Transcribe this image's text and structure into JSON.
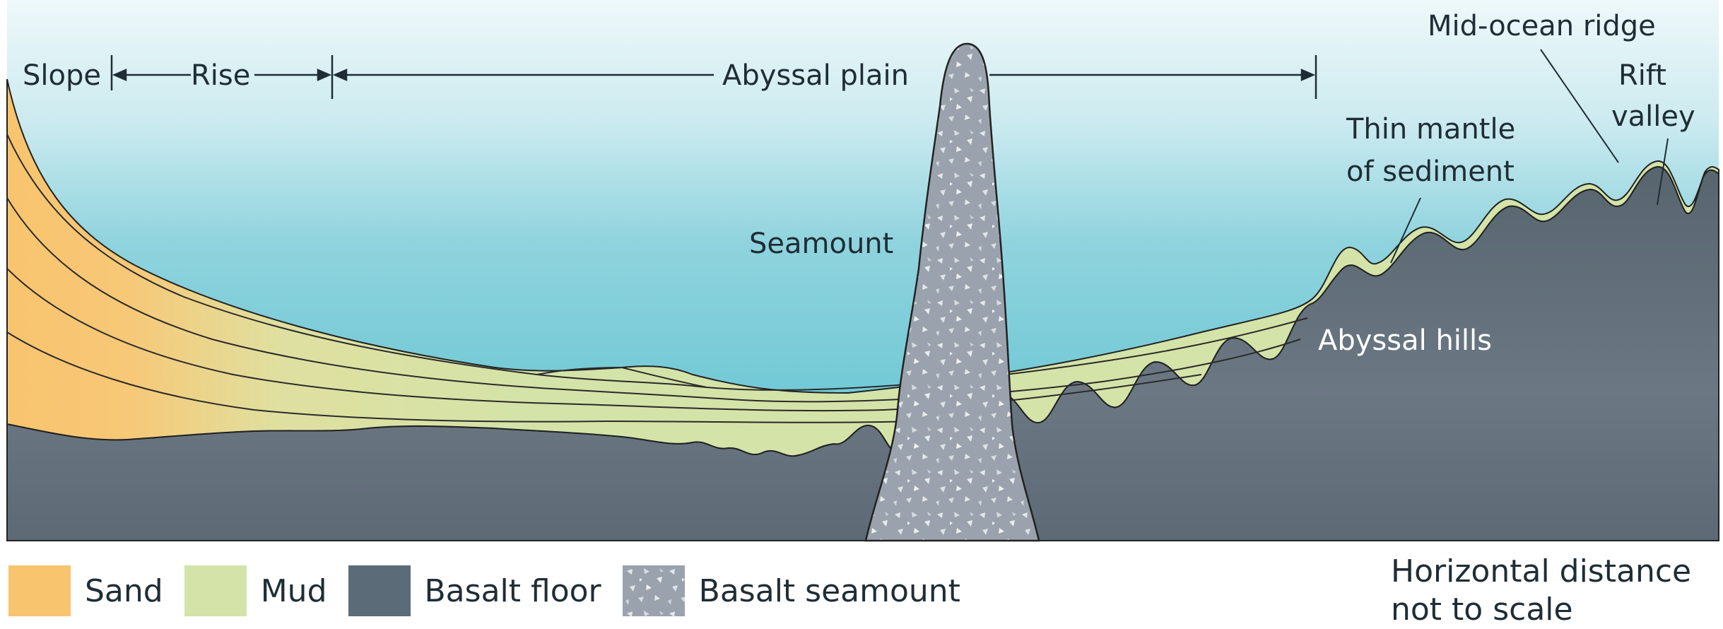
{
  "zones": {
    "slope": "Slope",
    "rise": "Rise",
    "abyssal_plain": "Abyssal plain"
  },
  "labels": {
    "mid_ocean_ridge": "Mid-ocean ridge",
    "rift_valley_1": "Rift",
    "rift_valley_2": "valley",
    "thin_mantle_1": "Thin mantle",
    "thin_mantle_2": "of sediment",
    "seamount": "Seamount",
    "abyssal_hills": "Abyssal hills"
  },
  "legend": [
    {
      "label": "Sand",
      "color": "#f9c46e"
    },
    {
      "label": "Mud",
      "color": "#d4e3a8"
    },
    {
      "label": "Basalt floor",
      "color": "#5c6b78"
    },
    {
      "label": "Basalt seamount",
      "color": "#9aa3ad"
    }
  ],
  "note": {
    "line1": "Horizontal distance",
    "line2": "not to scale"
  },
  "colors": {
    "water_top": "#e9f6f8",
    "water_mid": "#8fd4de",
    "water_bottom": "#56c1d0",
    "sand": "#f9c46e",
    "mud": "#d4e3a8",
    "basalt": "#5c6b78",
    "seamount": "#9aa3ad"
  }
}
